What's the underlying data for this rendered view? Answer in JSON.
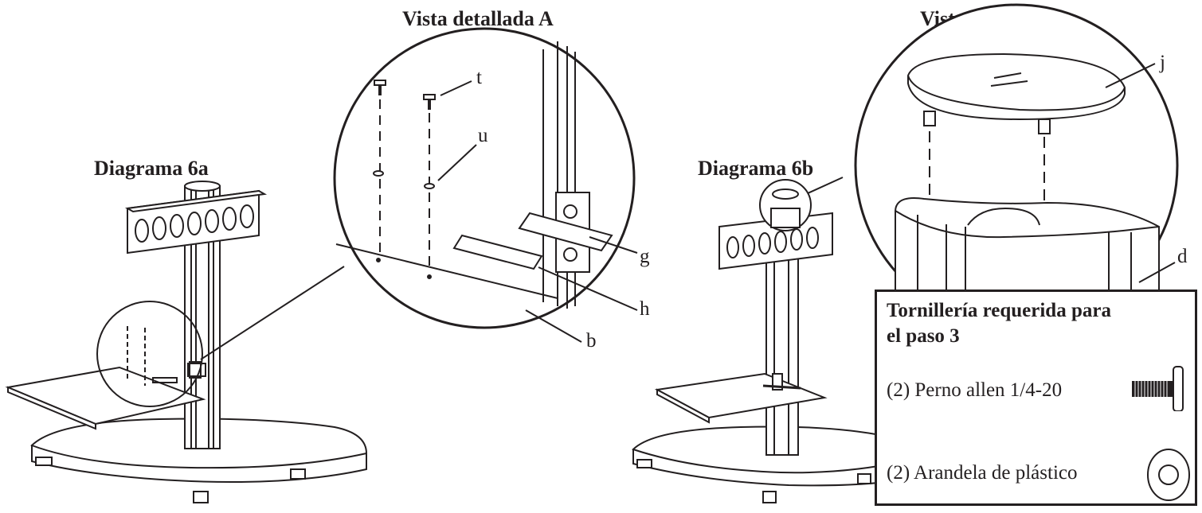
{
  "titles": {
    "detail_a": "Vista detallada A",
    "detail_b": "Vista detallada B",
    "diagram_6a": "Diagrama 6a",
    "diagram_6b": "Diagrama 6b"
  },
  "callouts": {
    "t": "t",
    "u": "u",
    "g": "g",
    "h": "h",
    "b": "b",
    "j": "j",
    "d": "d"
  },
  "hardware": {
    "title": "Tornillería requerida para el paso 3",
    "items": [
      {
        "label": "(2) Perno allen 1/4-20",
        "icon": "allen-bolt-icon"
      },
      {
        "label": "(2) Arandela de plástico",
        "icon": "plastic-washer-icon"
      }
    ]
  },
  "colors": {
    "line": "#231f20",
    "background": "#ffffff"
  }
}
